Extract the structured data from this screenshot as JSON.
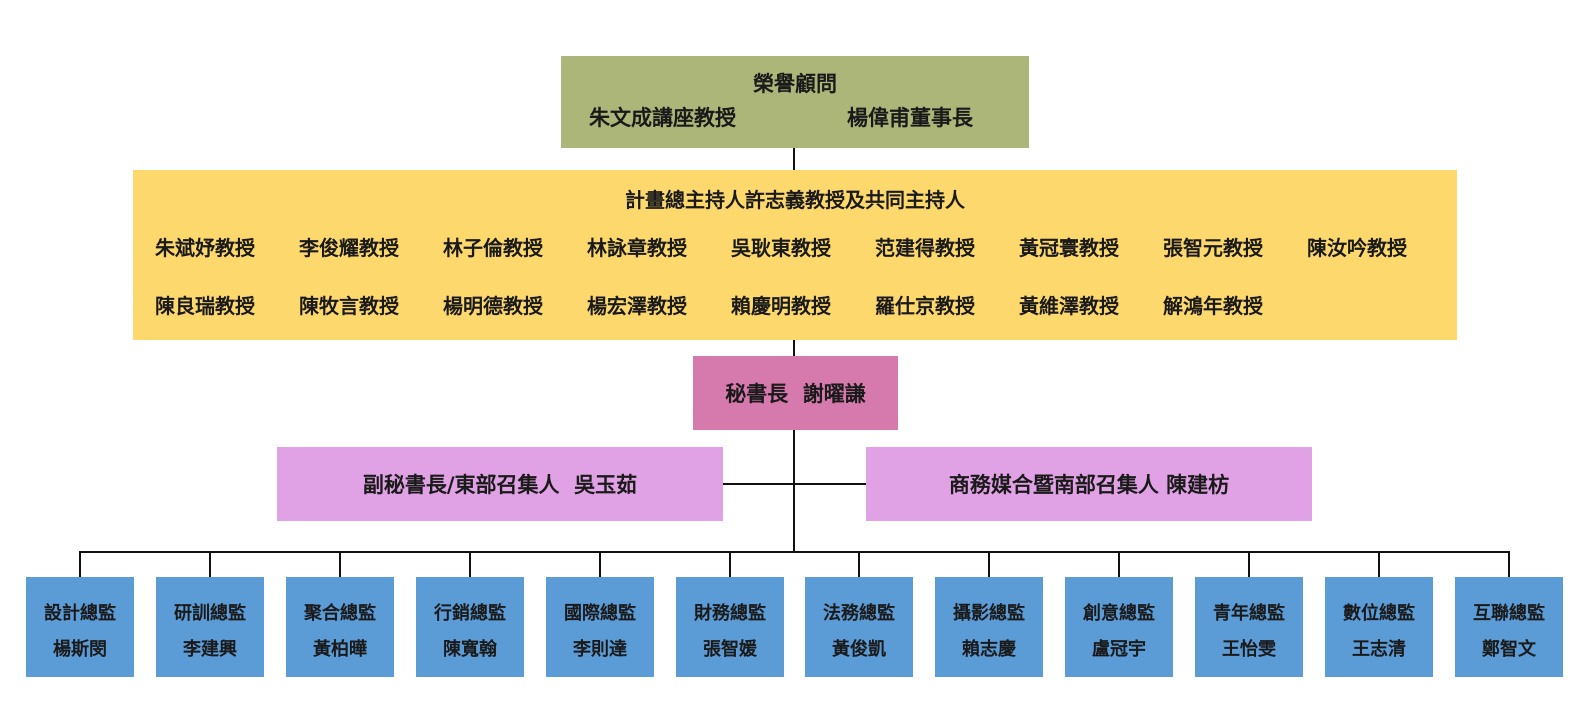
{
  "advisor": {
    "title": "榮譽顧問",
    "names": [
      "朱文成講座教授",
      "楊偉甫董事長"
    ]
  },
  "pi": {
    "title": "計畫總主持人許志義教授及共同主持人",
    "members": [
      "朱斌妤教授",
      "李俊耀教授",
      "林子倫教授",
      "林詠章教授",
      "吳耿東教授",
      "范建得教授",
      "黃冠寰教授",
      "張智元教授",
      "陳汝吟教授",
      "陳良瑞教授",
      "陳牧言教授",
      "楊明德教授",
      "楊宏澤教授",
      "賴慶明教授",
      "羅仕京教授",
      "黃維澤教授",
      "解鴻年教授"
    ]
  },
  "secretary_general": "秘書長  謝曜謙",
  "deputies": [
    "副秘書長/東部召集人  吳玉茹",
    "商務媒合暨南部召集人 陳建枋"
  ],
  "directors": [
    {
      "role": "設計總監",
      "name": "楊斯閔"
    },
    {
      "role": "研訓總監",
      "name": "李建興"
    },
    {
      "role": "聚合總監",
      "name": "黃柏曄"
    },
    {
      "role": "行銷總監",
      "name": "陳寬翰"
    },
    {
      "role": "國際總監",
      "name": "李則達"
    },
    {
      "role": "財務總監",
      "name": "張智媛"
    },
    {
      "role": "法務總監",
      "name": "黃俊凱"
    },
    {
      "role": "攝影總監",
      "name": "賴志慶"
    },
    {
      "role": "創意總監",
      "name": "盧冠宇"
    },
    {
      "role": "青年總監",
      "name": "王怡雯"
    },
    {
      "role": "數位總監",
      "name": "王志清"
    },
    {
      "role": "互聯總監",
      "name": "鄭智文"
    }
  ],
  "colors": {
    "advisor": "#acb679",
    "pi": "#fdd86d",
    "secretary_general": "#d679ad",
    "deputy": "#e0a2e4",
    "director": "#5b9bd6",
    "connector": "#111111"
  }
}
